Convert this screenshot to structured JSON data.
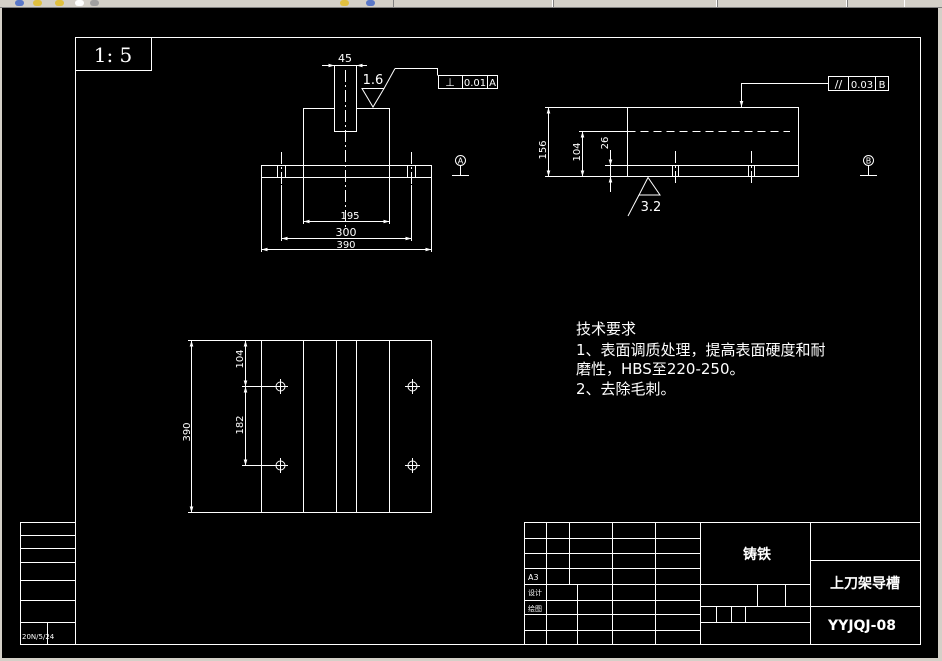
{
  "colors": {
    "background": "#000000",
    "line": "#ffffff",
    "toolbar": "#d4d0c8"
  },
  "scale": "1: 5",
  "front_view": {
    "slot_width": "45",
    "roughness": "1.6",
    "dim_block": "195",
    "dim_holes": "300",
    "dim_total": "390",
    "tolerance": {
      "symbol": "⊥",
      "value": "0.01",
      "datum": "A"
    },
    "datum": "A"
  },
  "side_view": {
    "height": "156",
    "slot_depth": "104",
    "base": "26",
    "roughness": "3.2",
    "tolerance": {
      "symbol": "//",
      "value": "0.03",
      "datum": "B"
    },
    "datum": "B"
  },
  "top_view": {
    "length": "390",
    "hole_offset": "104",
    "hole_spacing": "182"
  },
  "requirements": {
    "title": "技术要求",
    "lines": [
      "1、表面调质处理，提高表面硬度和耐",
      "磨性，HBS至220-250。",
      "2、去除毛刺。"
    ]
  },
  "title_block": {
    "material": "铸铁",
    "part_name": "上刀架导槽",
    "drawing_no": "YYJQJ-08",
    "paper": "A3",
    "designed": "设计",
    "drawn": "绘图"
  },
  "side_table": {
    "date": "20N/5/24"
  }
}
